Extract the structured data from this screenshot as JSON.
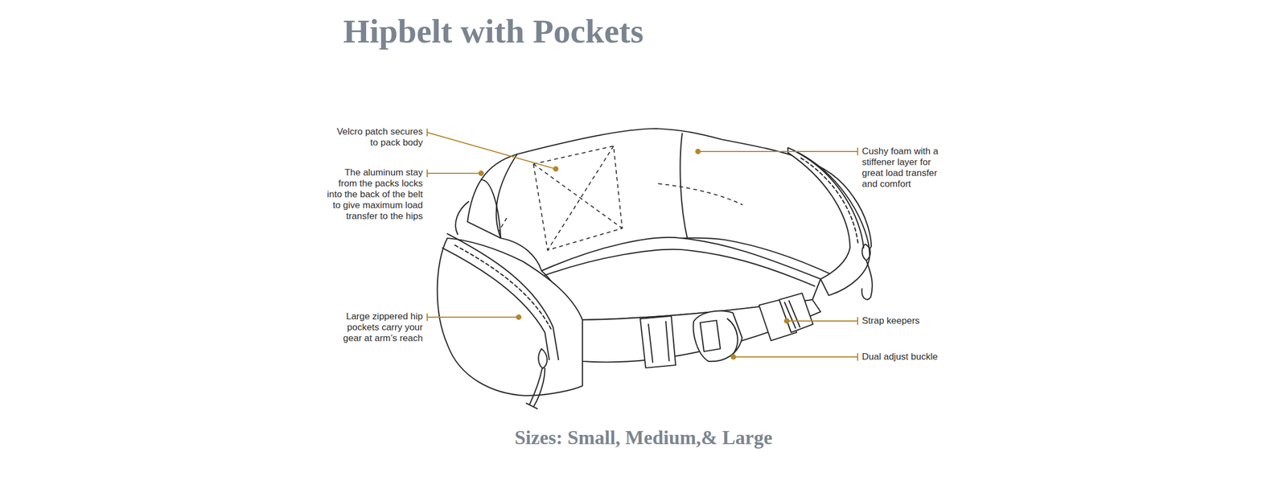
{
  "diagram": {
    "title": "Hipbelt with Pockets",
    "caption": "Sizes: Small, Medium,& Large",
    "labels": [
      "Velcro patch secures to pack body",
      "The aluminum stay from the packs locks into the back of the belt to give maximum load transfer to the hips",
      "Large zippered hip pockets carry your gear at arm’s reach",
      "Cushy foam with a stiffener layer for great load transfer and comfort",
      "Strap keepers",
      "Dual adjust buckle"
    ]
  }
}
